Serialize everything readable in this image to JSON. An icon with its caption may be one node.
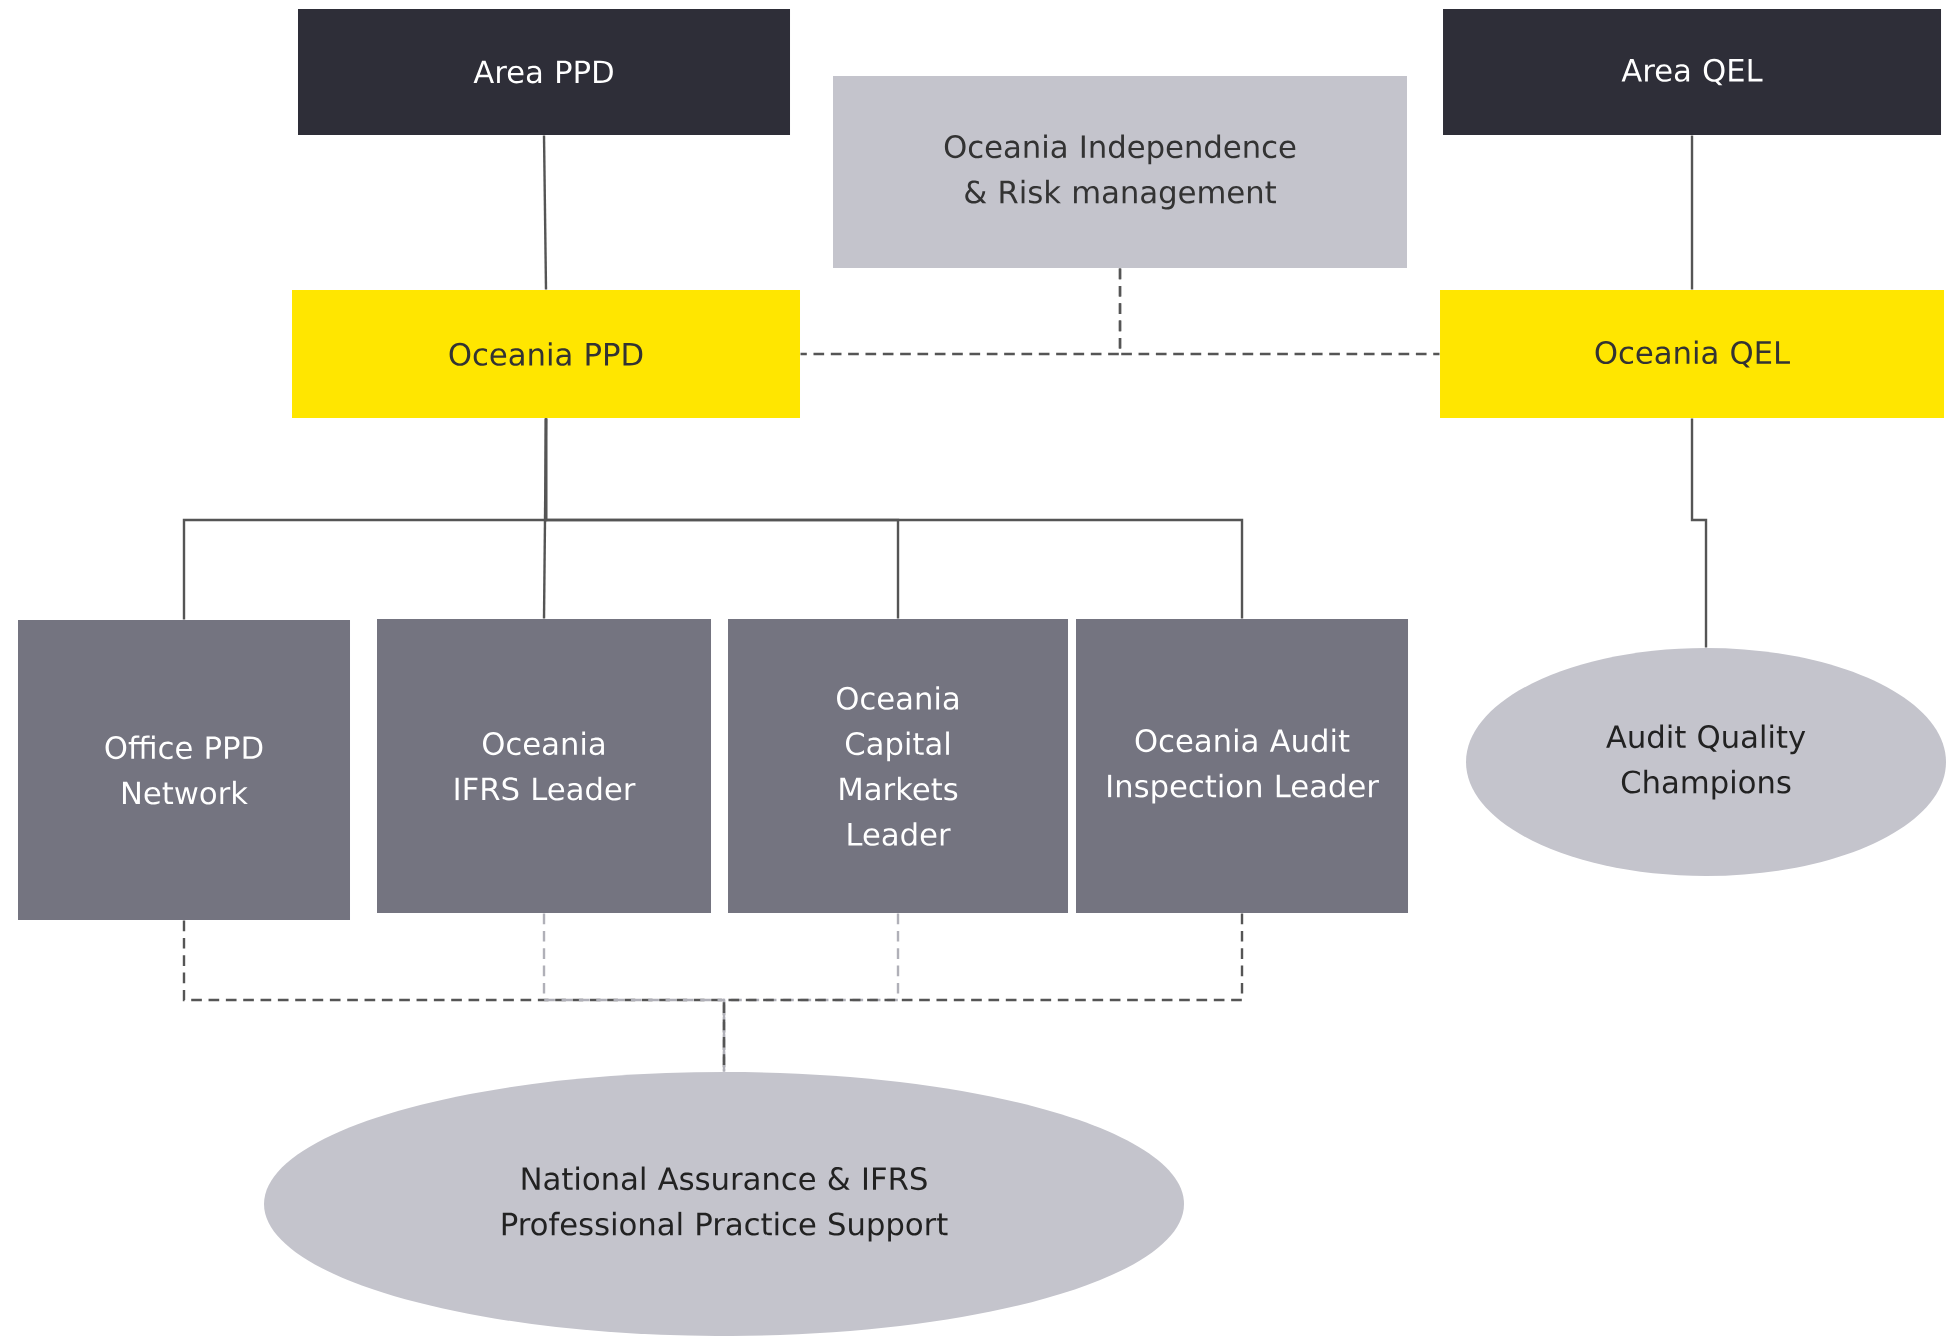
{
  "diagram": {
    "nodes": [
      {
        "text": [
          "Area PPD"
        ]
      },
      {
        "text": [
          "Oceania Independence & Risk management"
        ]
      },
      {
        "text": [
          "Area QEL"
        ]
      },
      {
        "text": [
          "Oceania PPD"
        ]
      },
      {
        "text": [
          "Oceania QEL"
        ]
      },
      {
        "text": [
          "Office PPD Network"
        ]
      },
      {
        "text": [
          "Oceania IFRS Leader"
        ]
      },
      {
        "text": [
          "Oceania Capital Markets Leader"
        ]
      },
      {
        "text": [
          "Oceania Audit Inspection Leader"
        ]
      },
      {
        "text": [
          "Audit Quality Champions"
        ]
      },
      {
        "text": [
          "National Assurance & IFRS Professional Practice Support"
        ]
      }
    ],
    "edges": [
      {
        "from": 0,
        "to": 3,
        "arrow": "none"
      },
      {
        "from": 2,
        "to": 4,
        "arrow": "none"
      },
      {
        "from": 3,
        "to": 5,
        "arrow": "none"
      },
      {
        "from": 3,
        "to": 6,
        "arrow": "none"
      },
      {
        "from": 3,
        "to": 7,
        "arrow": "none"
      },
      {
        "from": 3,
        "to": 8,
        "arrow": "none"
      },
      {
        "from": 4,
        "to": 9,
        "arrow": "none"
      },
      {
        "from": 1,
        "to": 3,
        "arrow": "none",
        "style": "dashed"
      },
      {
        "from": 1,
        "to": 4,
        "arrow": "none",
        "style": "dashed"
      },
      {
        "from": 5,
        "to": 10,
        "arrow": "none",
        "style": "dashed"
      },
      {
        "from": 6,
        "to": 10,
        "arrow": "none",
        "style": "dashed",
        "color": "#b0b0b8"
      },
      {
        "from": 7,
        "to": 10,
        "arrow": "none",
        "style": "dashed",
        "color": "#b0b0b8"
      },
      {
        "from": 8,
        "to": 10,
        "arrow": "none",
        "style": "dashed"
      }
    ]
  }
}
